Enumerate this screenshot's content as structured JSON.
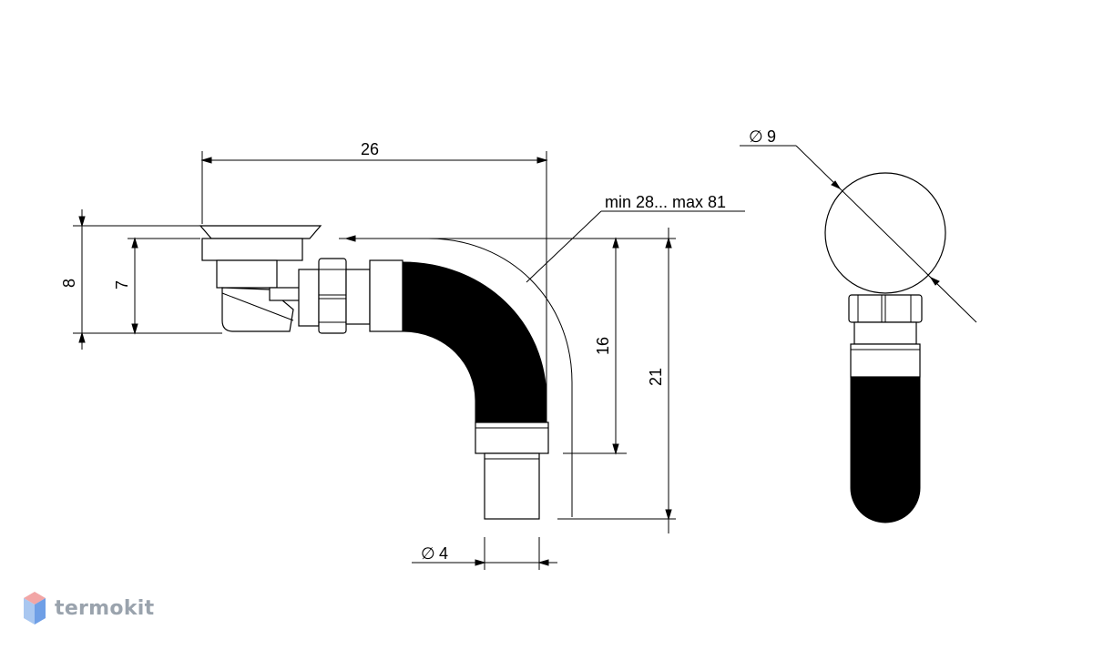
{
  "dimensions": {
    "width_total": "26",
    "height_outer": "8",
    "height_inner": "7",
    "height_pipe": "16",
    "height_total": "21",
    "diameter_outlet_value": "4",
    "diameter_trap_value": "9",
    "diameter_symbol": "∅",
    "length_range": "min 28... max 81"
  },
  "brand": {
    "name": "termokit",
    "icon": "hexagon-cube-icon",
    "colors": {
      "top": "#f2a6a6",
      "left": "#a9c7f0",
      "right": "#6f9fe6",
      "text": "#9aa3ad"
    }
  }
}
